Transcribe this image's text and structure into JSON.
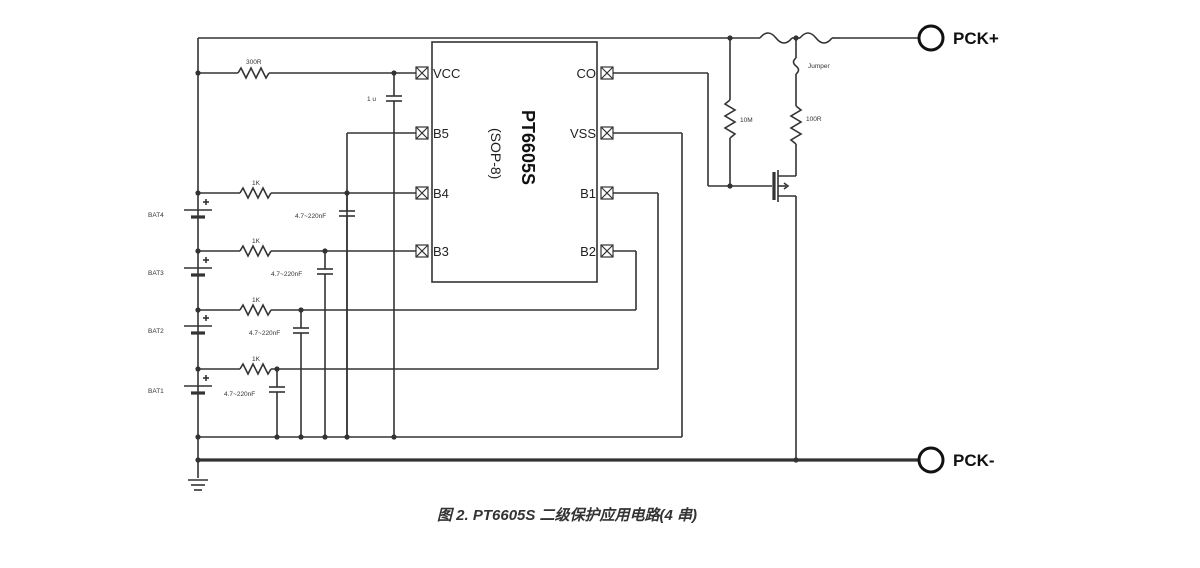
{
  "chip": {
    "name": "PT6605S",
    "package": "(SOP-8)",
    "pins_left": [
      "VCC",
      "B5",
      "B4",
      "B3"
    ],
    "pins_right": [
      "CO",
      "VSS",
      "B1",
      "B2"
    ]
  },
  "terminals": {
    "positive": "PCK+",
    "negative": "PCK-"
  },
  "batteries": [
    "BAT4",
    "BAT3",
    "BAT2",
    "BAT1"
  ],
  "components": {
    "vcc_resistor": "300R",
    "vcc_cap": "1 u",
    "input_resistors": [
      "1K",
      "1K",
      "1K",
      "1K"
    ],
    "input_caps": [
      "4.7~220nF",
      "4.7~220nF",
      "4.7~220nF",
      "4.7~220nF"
    ],
    "gate_resistor": "10M",
    "fuse_resistor": "100R",
    "jumper": "Jumper"
  },
  "caption": "图 2. PT6605S 二级保护应用电路(4 串)"
}
